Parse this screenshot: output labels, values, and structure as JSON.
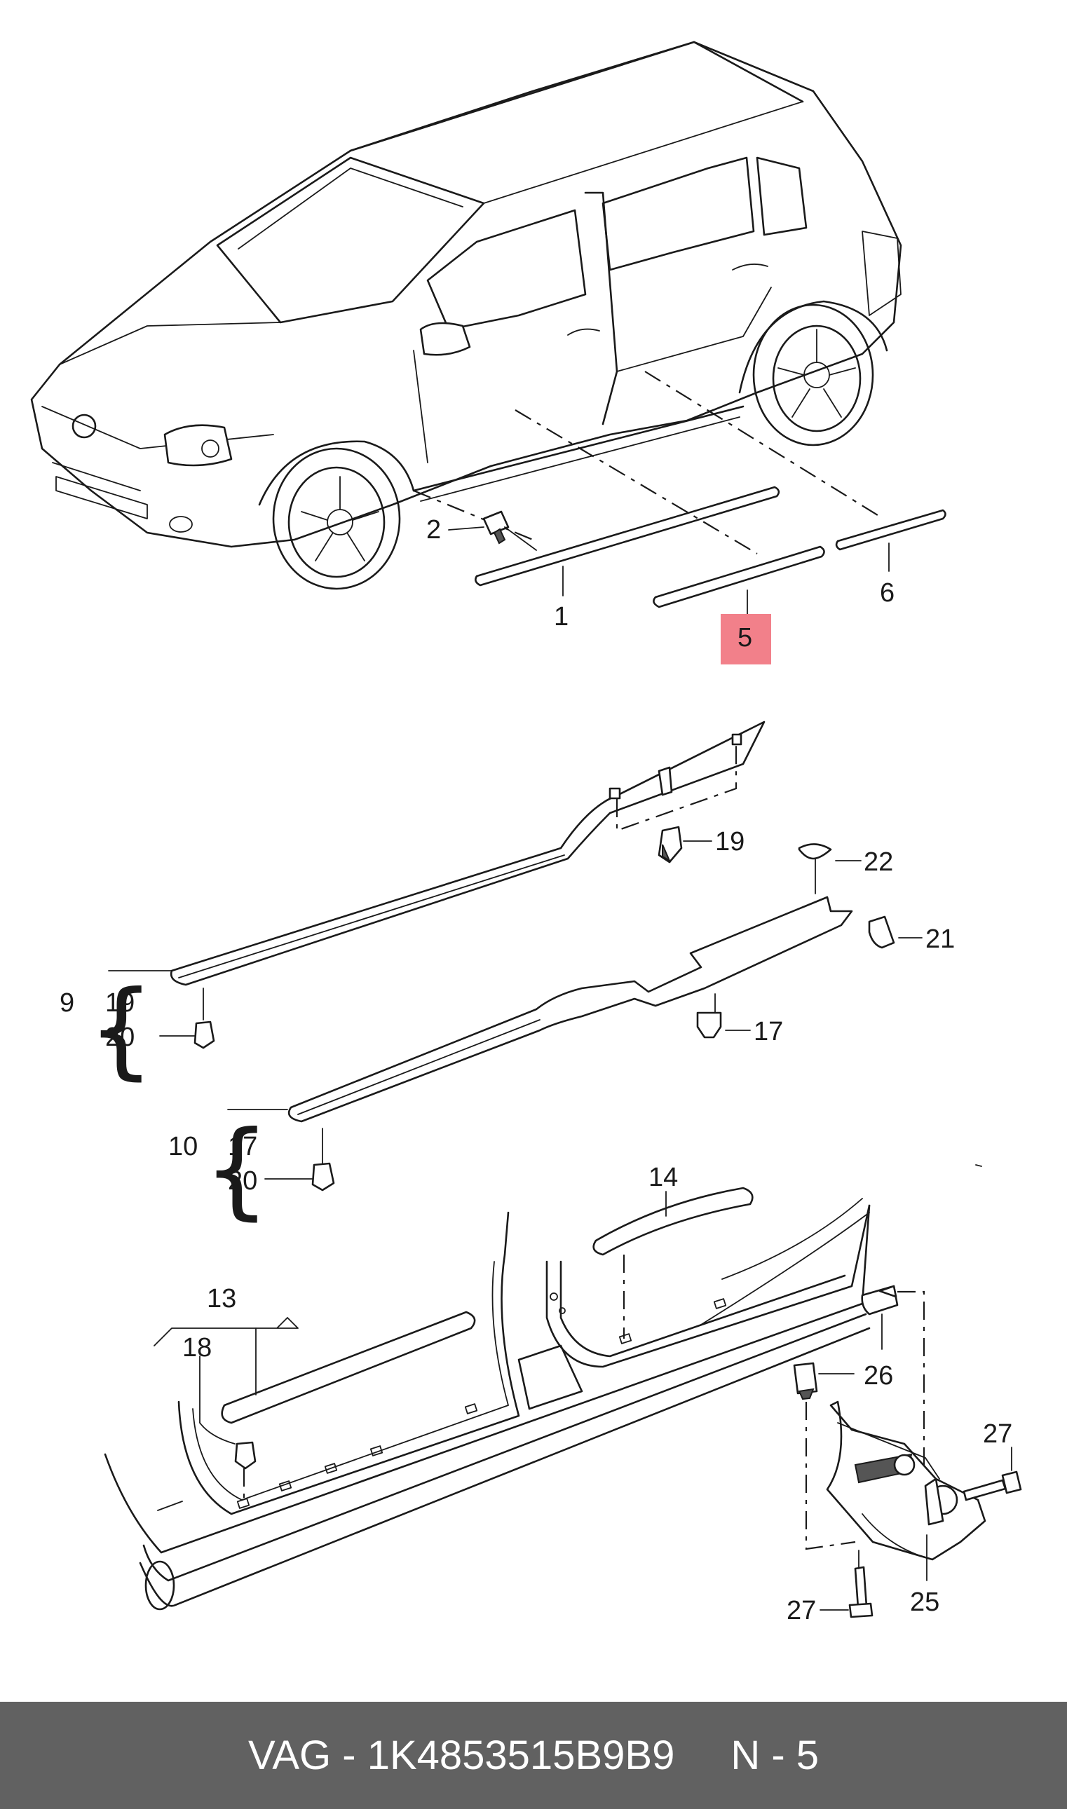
{
  "callouts": {
    "c1": "1",
    "c2": "2",
    "c5": "5",
    "c6": "6",
    "c9": "9",
    "c10": "10",
    "c13": "13",
    "c14": "14",
    "c17a": "17",
    "c17b": "17",
    "c18": "18",
    "c19a": "19",
    "c19b": "19",
    "c20a": "20",
    "c20b": "20",
    "c21": "21",
    "c22": "22",
    "c25": "25",
    "c26": "26",
    "c27a": "27",
    "c27b": "27"
  },
  "highlight": {
    "color": "#f2808a",
    "callout": "5"
  },
  "footer": {
    "brand": "VAG",
    "separator": " - ",
    "part_number": "1K4853515B9B9",
    "page": "N - 5",
    "background": "#616161"
  }
}
